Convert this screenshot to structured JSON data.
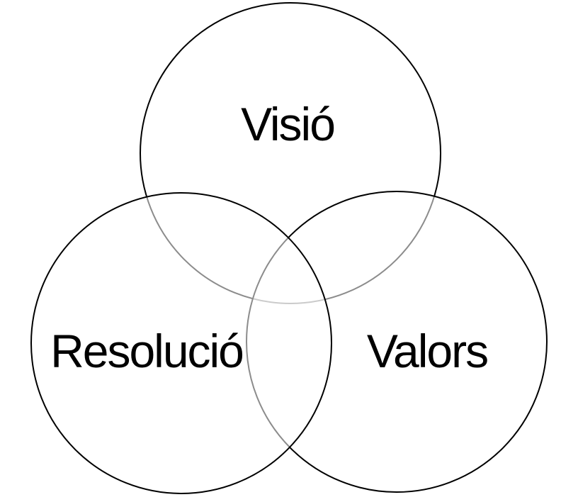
{
  "diagram": {
    "type": "venn",
    "description": "Three-circle Venn diagram, no title, white background",
    "circles": [
      {
        "id": "visio",
        "label": "Visió",
        "position": "top"
      },
      {
        "id": "resolucio",
        "label": "Resolució",
        "position": "bottom-left"
      },
      {
        "id": "valors",
        "label": "Valors",
        "position": "bottom-right"
      }
    ],
    "colors": {
      "stroke": "#000000",
      "label_text": "#000000",
      "background": "#ffffff",
      "dimmed_arc_single_overlap": "#8e8e8e",
      "dimmed_arc_double_overlap": "#c9c9c9"
    }
  }
}
